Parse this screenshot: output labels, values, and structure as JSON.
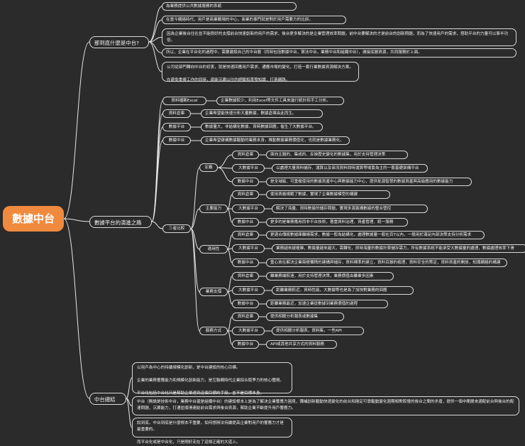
{
  "root": "數據中台",
  "branches": [
    {
      "key": "b1",
      "label": "那到底什麼是中台?",
      "children": [
        {
          "text": "為業務提供公共數據服務的系統"
        },
        {
          "text": "在當今網絡時代，用戶是商業戰場的中心，商業的事門就是對於用戶需要力的比拼。"
        },
        {
          "text": "因為企業後台往往並不能很好的支撐前台快速創新的用戶的需求，後台更多解決的是企業管理效率問題，前中台要解決的才是前台的創新問題，而為了快速用戶的需求，搭助平台的力量可以事半功倍。"
        },
        {
          "text": "所以，企業在平台化的過程中，需要建設自己的中台層（同時包括數據中台，算法中台，業務中台和組織中台），連接底層資源，共同服務於上面。"
        },
        {
          "text": "公司從部門轉向中台的初衷，就是快速回應用戶需求，通應市場的變化，打造一套行業數據資源解決方案。\n在避免重複工作的同時，還能沉澱以往的經驗和首發知識，打造網路。"
        }
      ]
    },
    {
      "key": "b2",
      "label": "數據平台的演進之路",
      "stages": [
        {
          "label": "資料檔案Excel",
          "text": "企業數據較少，利用Excel等文件工具來進行統計和手工分析。"
        },
        {
          "label": "資料倉庫",
          "text": "企業希望能快速分析大量數據，數據倉庫由此而生。"
        },
        {
          "label": "數據平台",
          "text": "數據量大，非結構化數據，資時數據回應，催生了大數據平台。"
        },
        {
          "label": "數據中台",
          "text": "企業希望建構數據驅動的業務本身，推動數據業務價值化，也就是數據業務化。"
        }
      ],
      "compare": {
        "label": "三者比較",
        "groups": [
          {
            "label": "定義",
            "items": [
              {
                "label": "資料倉庫",
                "text": "面向主題的、集成的、反映歷史變化的數據集，用於支持管理決策"
              },
              {
                "label": "大數據平台",
                "text": "以處理大量資料儲存、運算以及串流資料即時運算等場景為主的一套基礎架構平台"
              },
              {
                "label": "數據中台",
                "text": "是全域級、可重複使用的數據資產中心與數據能力中心，提供批源智慧的數據資產與高級應用的數據能力"
              }
            ]
          },
          {
            "label": "主要能力",
            "items": [
              {
                "label": "資料倉庫",
                "text": "使用表格規範了數據，實現了企業數據模型的構建"
              },
              {
                "label": "大數據平台",
                "text": "解決了海量、資時數據的儲存問題，實現多源異構數據的整合管控"
              },
              {
                "label": "數據中台",
                "text": "更多的是業務應用而非平台技術，著重資料治理、資產管理、統一服務"
              }
            ]
          },
          {
            "label": "適用性",
            "items": [
              {
                "label": "資料倉庫",
                "text": "更適合傳統數據庫離線需求，數據一般為結構化，處理數據量一般在百T以內，一般用於滿足內部決策支持分析需求"
              },
              {
                "label": "大數據平台",
                "text": "業務越來越複雜，數據量越來越大，需轉化，即時海量的數據計算儲存需力，所有數據系統不能承受大數據量的處理，數據處理效率下滑"
              },
              {
                "label": "數據中台",
                "text": "重心放在解決企業兩極懶惰的建構與儲存，資料標準的建立，資料目錄的梳理，資料安全的策定，資料資產的開放，知識網絡的構建"
              }
            ]
          },
          {
            "label": "業務支撐",
            "items": [
              {
                "label": "資料倉庫",
                "text": "離業務端較遠，用於支持管理決策，業務價值由離業多因素"
              },
              {
                "label": "大數據平台",
                "text": "距離業務較近，資時性能，大數據等也是為了加快對業務的回應"
              },
              {
                "label": "數據中台",
                "text": "距離業務最近，加速企業從數據到業務價值的過程"
              }
            ]
          },
          {
            "label": "服務方式",
            "items": [
              {
                "label": "資料倉庫",
                "text": "提供相關分析報表或數據集"
              },
              {
                "label": "大數據平台",
                "text": "提供相關分析報表，資料集，一些API"
              },
              {
                "label": "數據中台",
                "text": "API或其他共享方式的資料服務"
              }
            ]
          }
        ]
      }
    },
    {
      "key": "b3",
      "label": "中台總結",
      "children": [
        {
          "text": "以用戶為中心的持續規模化創新，是中台建設的核心目標。\n企業的業務響應能力和規模化創新能力，是互聯網時代企業綜合競爭力的核心體現。\n平台化包括中台化只是幫助企業達到這個目標的手段，並不是目標本身。"
        },
        {
          "text": "中台（無論是技術中台，業務中台還是組織中台）的建設根本上是為了解決企業響應力困境，彌補創新驅動快速變化的前台和穩定可靠驅動變化週期相對較慢的後台之間的矛盾，提供一個中間層來適配前台與後台的配速問題，沉澱能力，打通並順滑連結前台需求與後台資源，幫助企業不斷提升用戶響應力。"
        },
        {
          "text": "說到底，中台到底是什麼根本不重要，如何想辦法持續提高企業對用戶的響應力才是最重要的。\n而平台化或是中台化，只是剛好走在了這條正確的大道上。"
        }
      ]
    }
  ]
}
